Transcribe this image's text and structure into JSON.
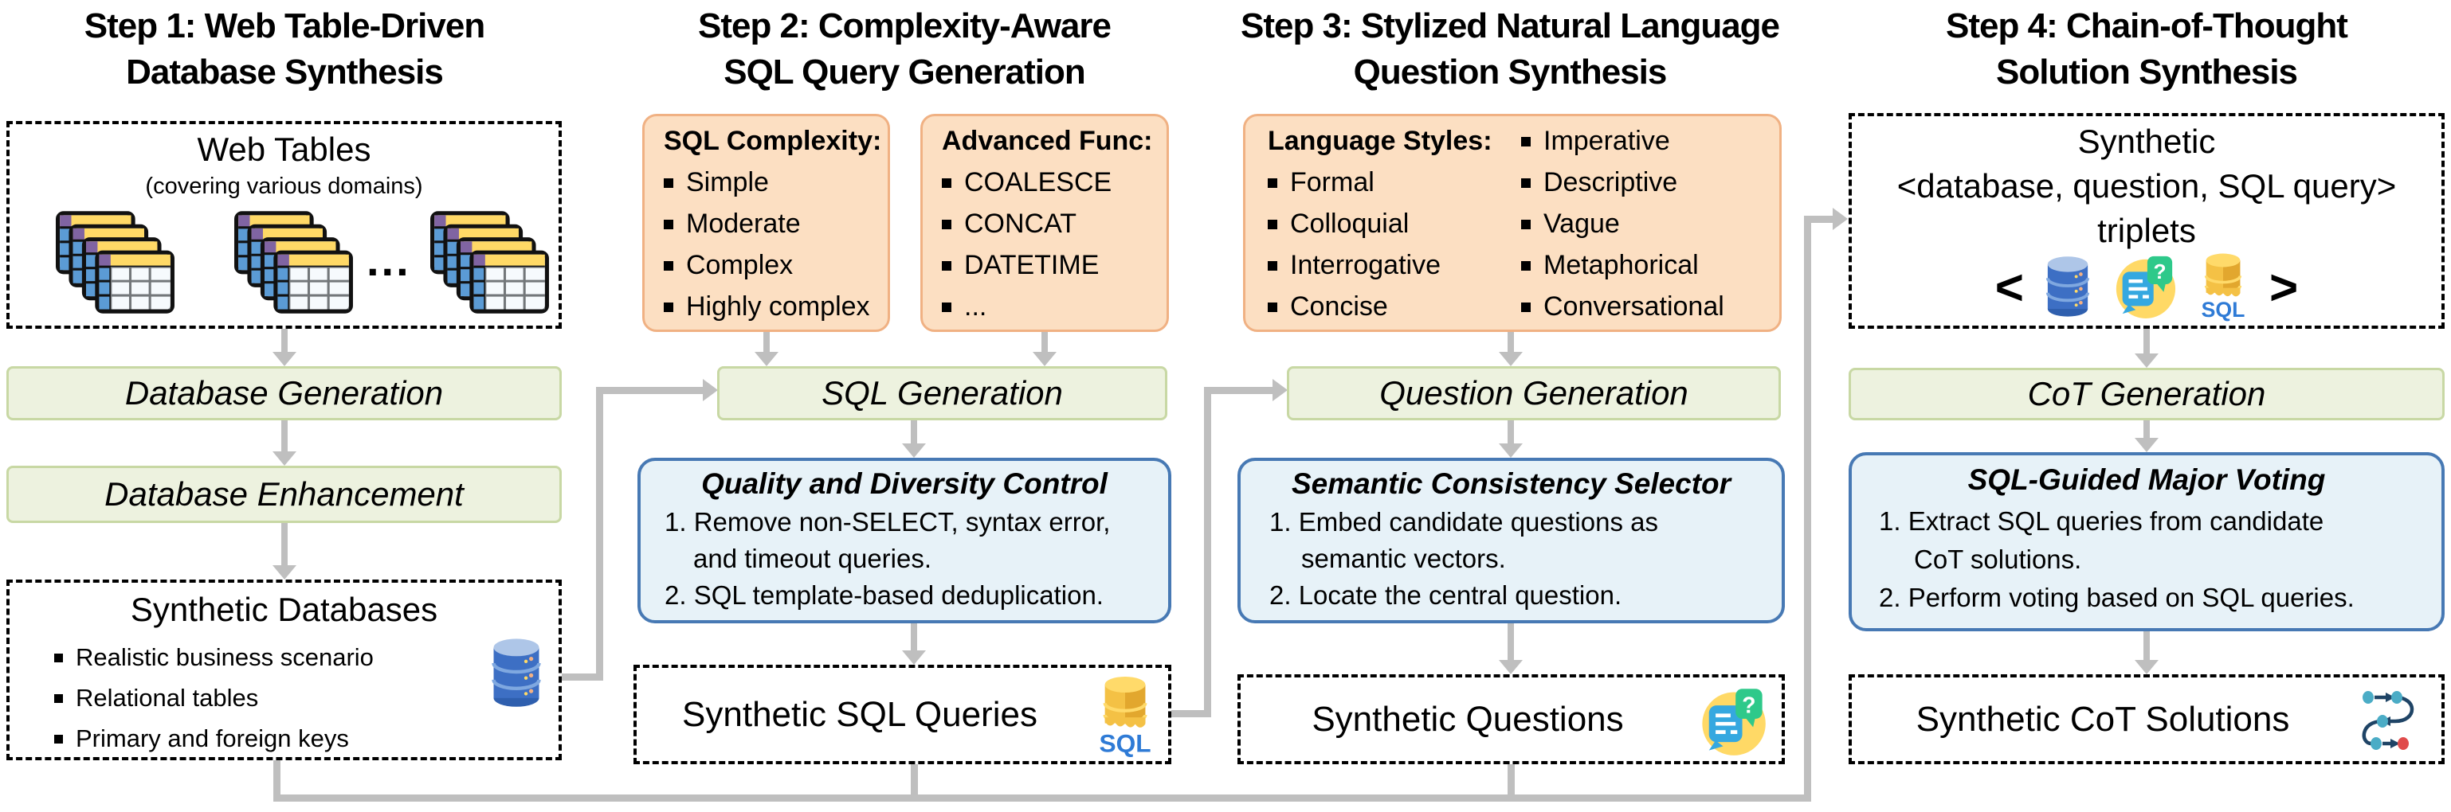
{
  "steps": {
    "step1": {
      "title": [
        "Step 1: Web Table-Driven",
        "Database Synthesis"
      ],
      "web_tables": {
        "heading": "Web Tables",
        "subheading": "(covering various domains)",
        "ellipsis": "..."
      },
      "database_generation": "Database Generation",
      "database_enhancement": "Database Enhancement",
      "synthetic_databases": {
        "heading": "Synthetic Databases",
        "bullets": [
          "Realistic business scenario",
          "Relational tables",
          "Primary and foreign keys"
        ]
      }
    },
    "step2": {
      "title": [
        "Step 2: Complexity-Aware",
        "SQL Query Generation"
      ],
      "sql_complexity": {
        "heading": "SQL Complexity:",
        "bullets": [
          "Simple",
          "Moderate",
          "Complex",
          "Highly complex"
        ]
      },
      "advanced_func": {
        "heading": "Advanced Func:",
        "bullets": [
          "COALESCE",
          "CONCAT",
          "DATETIME",
          "..."
        ]
      },
      "sql_generation": "SQL Generation",
      "quality_control": {
        "heading": "Quality and Diversity Control",
        "lines": [
          "1. Remove non-SELECT, syntax error,",
          "and timeout queries.",
          "2. SQL template-based deduplication."
        ]
      },
      "output": "Synthetic SQL Queries",
      "sql_icon_text": "SQL"
    },
    "step3": {
      "title": [
        "Step 3: Stylized Natural Language",
        "Question Synthesis"
      ],
      "language_styles": {
        "heading": "Language Styles:",
        "left": [
          "Formal",
          "Colloquial",
          "Interrogative",
          "Concise"
        ],
        "right": [
          "Imperative",
          "Descriptive",
          "Vague",
          "Metaphorical",
          "Conversational"
        ]
      },
      "question_generation": "Question Generation",
      "selector": {
        "heading": "Semantic Consistency Selector",
        "lines": [
          "1. Embed candidate questions as",
          "semantic vectors.",
          "2.  Locate the central question."
        ]
      },
      "output": "Synthetic Questions",
      "question_icon_text": "?"
    },
    "step4": {
      "title": [
        "Step 4: Chain-of-Thought",
        "Solution Synthesis"
      ],
      "triplets": {
        "lines": [
          "Synthetic",
          "<database, question, SQL query>",
          "triplets"
        ],
        "open_bracket": "<",
        "close_bracket": ">"
      },
      "cot_generation": "CoT Generation",
      "voting": {
        "heading": "SQL-Guided Major Voting",
        "lines": [
          "1.  Extract SQL queries from candidate",
          "CoT solutions.",
          "2.  Perform voting based on SQL queries."
        ]
      },
      "output": "Synthetic CoT Solutions",
      "sql_icon_text": "SQL"
    }
  },
  "icons": {
    "step1_input": "web-table-stack-icon",
    "step1_output": "database-icon",
    "step2_output": "sql-database-icon",
    "step3_output": "question-chat-icon",
    "step4_output": "flow-path-icon"
  },
  "colors": {
    "green_fill": "#EDF2DF",
    "green_border": "#C8D8A4",
    "orange_fill": "#FCDFC2",
    "orange_border": "#F0B183",
    "blue_fill": "#E7F2F8",
    "blue_border": "#4779B4",
    "connector_gray": "#BFBFBF",
    "dashed_border": "#000000"
  }
}
